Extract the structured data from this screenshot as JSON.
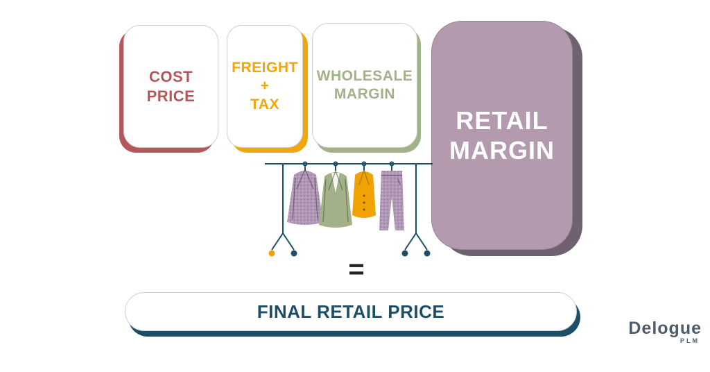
{
  "cards": [
    {
      "label": "COST\nPRICE",
      "accent": "#b4575c"
    },
    {
      "label": "FREIGHT\n+\nTAX",
      "accent": "#f2a60b"
    },
    {
      "label": "WHOLESALE\nMARGIN",
      "accent": "#a3b18a"
    },
    {
      "label": "RETAIL\nMARGIN",
      "accent": "#b39aae",
      "shadow": "#6e6270",
      "text_color": "#ffffff"
    }
  ],
  "equals": "=",
  "result_label": "FINAL RETAIL PRICE",
  "illustration": {
    "name": "clothing-rack-illustration",
    "garments": [
      "purple-speckled-jacket",
      "green-jacket",
      "orange-vest",
      "purple-speckled-pants"
    ]
  },
  "logo": {
    "brand": "Delogue",
    "sub": "PLM"
  },
  "colors": {
    "cost_accent": "#b4575c",
    "freight_accent": "#f2a60b",
    "wholesale_accent": "#a3b18a",
    "retail_bg": "#b39aae",
    "retail_shadow": "#6e6270",
    "navy": "#1d4e68",
    "ink": "#222222",
    "logo_color": "#4f5d6a",
    "garment_purple": "#b098b6",
    "garment_green": "#a3b18a",
    "garment_orange": "#f0a202"
  }
}
